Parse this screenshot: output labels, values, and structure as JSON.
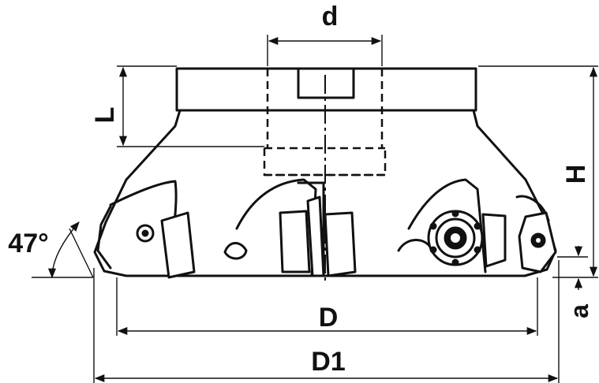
{
  "drawing": {
    "title": "",
    "dimensions": {
      "d": "d",
      "L": "L",
      "H": "H",
      "angle": "47°",
      "D": "D",
      "a": "a",
      "D1": "D1"
    }
  }
}
